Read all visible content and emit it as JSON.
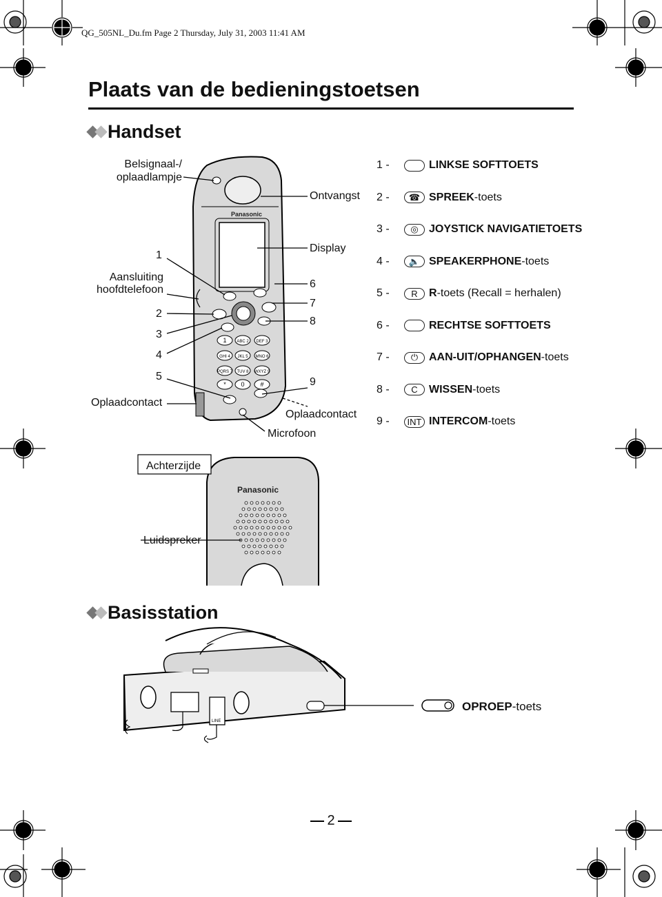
{
  "header_line": "QG_505NL_Du.fm  Page 2  Thursday, July 31, 2003  11:41 AM",
  "title": "Plaats van de bedieningstoetsen",
  "handset": {
    "heading": "Handset",
    "labels": {
      "belsignaal": "Belsignaal-/",
      "oplaadlampje": "oplaadlampje",
      "ontvangst": "Ontvangst",
      "display": "Display",
      "aansluiting": "Aansluiting",
      "hoofdtelefoon": "hoofdtelefoon",
      "oplaadcontact_left": "Oplaadcontact",
      "oplaadcontact_right": "Oplaadcontact",
      "microfoon": "Microfoon",
      "n1": "1",
      "n2": "2",
      "n3": "3",
      "n4": "4",
      "n5": "5",
      "n6": "6",
      "n7": "7",
      "n8": "8",
      "n9": "9"
    },
    "brand": "Panasonic",
    "achterzijde": "Achterzijde",
    "luidspreker": "Luidspreker"
  },
  "legend": [
    {
      "num": "1 -",
      "key": "",
      "text_bold": "LINKSE SOFTTOETS",
      "text_normal": ""
    },
    {
      "num": "2 -",
      "key": "",
      "text_bold": "SPREEK",
      "text_normal": "-toets"
    },
    {
      "num": "3 -",
      "key": "",
      "text_bold": "JOYSTICK NAVIGATIETOETS",
      "text_normal": ""
    },
    {
      "num": "4 -",
      "key": "",
      "text_bold": "SPEAKERPHONE",
      "text_normal": "-toets"
    },
    {
      "num": "5 -",
      "key": "R",
      "text_bold": "R",
      "text_normal": "-toets (Recall = herhalen)"
    },
    {
      "num": "6 -",
      "key": "",
      "text_bold": "RECHTSE SOFTTOETS",
      "text_normal": ""
    },
    {
      "num": "7 -",
      "key": "",
      "text_bold": "AAN-UIT/OPHANGEN",
      "text_normal": "-toets"
    },
    {
      "num": "8 -",
      "key": "C",
      "text_bold": "WISSEN",
      "text_normal": "-toets"
    },
    {
      "num": "9 -",
      "key": "INT",
      "text_bold": "INTERCOM",
      "text_normal": "-toets"
    }
  ],
  "keypad": [
    "1",
    "ABC 2",
    "DEF 3",
    "GHI 4",
    "JKL 5",
    "MNO 6",
    "PQRS 7",
    "TUV 8",
    "WXYZ 9",
    "*",
    "0",
    "#"
  ],
  "basisstation": {
    "heading": "Basisstation",
    "oproep_bold": "OPROEP",
    "oproep_normal": "-toets",
    "line_label": "LINE"
  },
  "page_number": "2"
}
